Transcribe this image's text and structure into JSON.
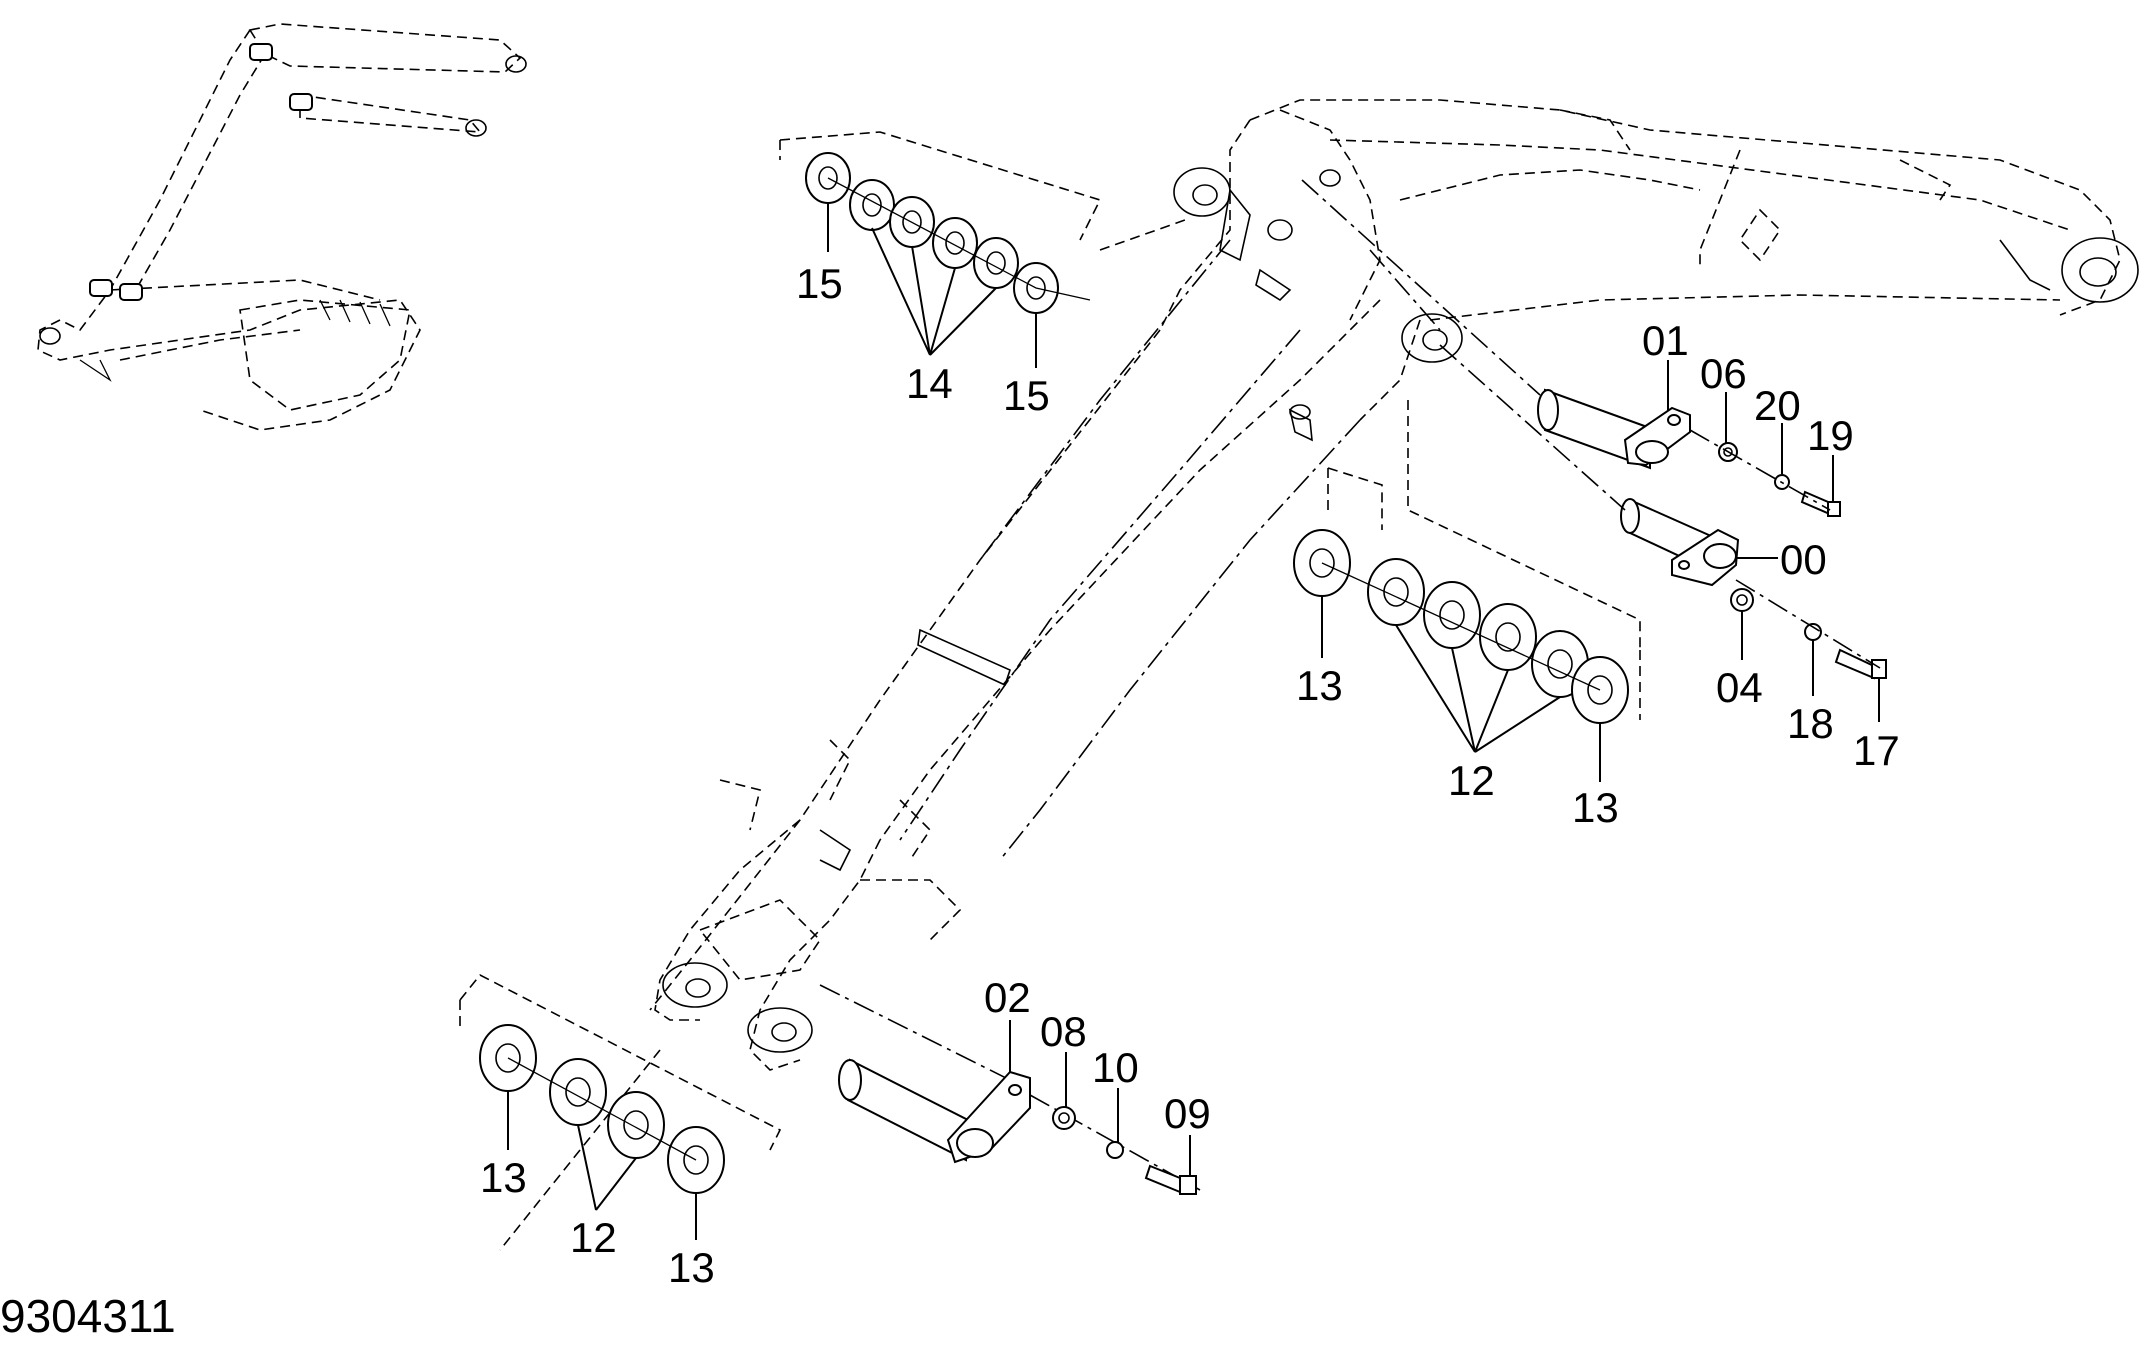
{
  "document_number": "9304311",
  "callouts": {
    "c00": "00",
    "c01": "01",
    "c02": "02",
    "c04": "04",
    "c06": "06",
    "c08": "08",
    "c09": "09",
    "c10": "10",
    "c12": "12",
    "c13": "13",
    "c14": "14",
    "c15": "15",
    "c17": "17",
    "c18": "18",
    "c19": "19",
    "c20": "20"
  }
}
